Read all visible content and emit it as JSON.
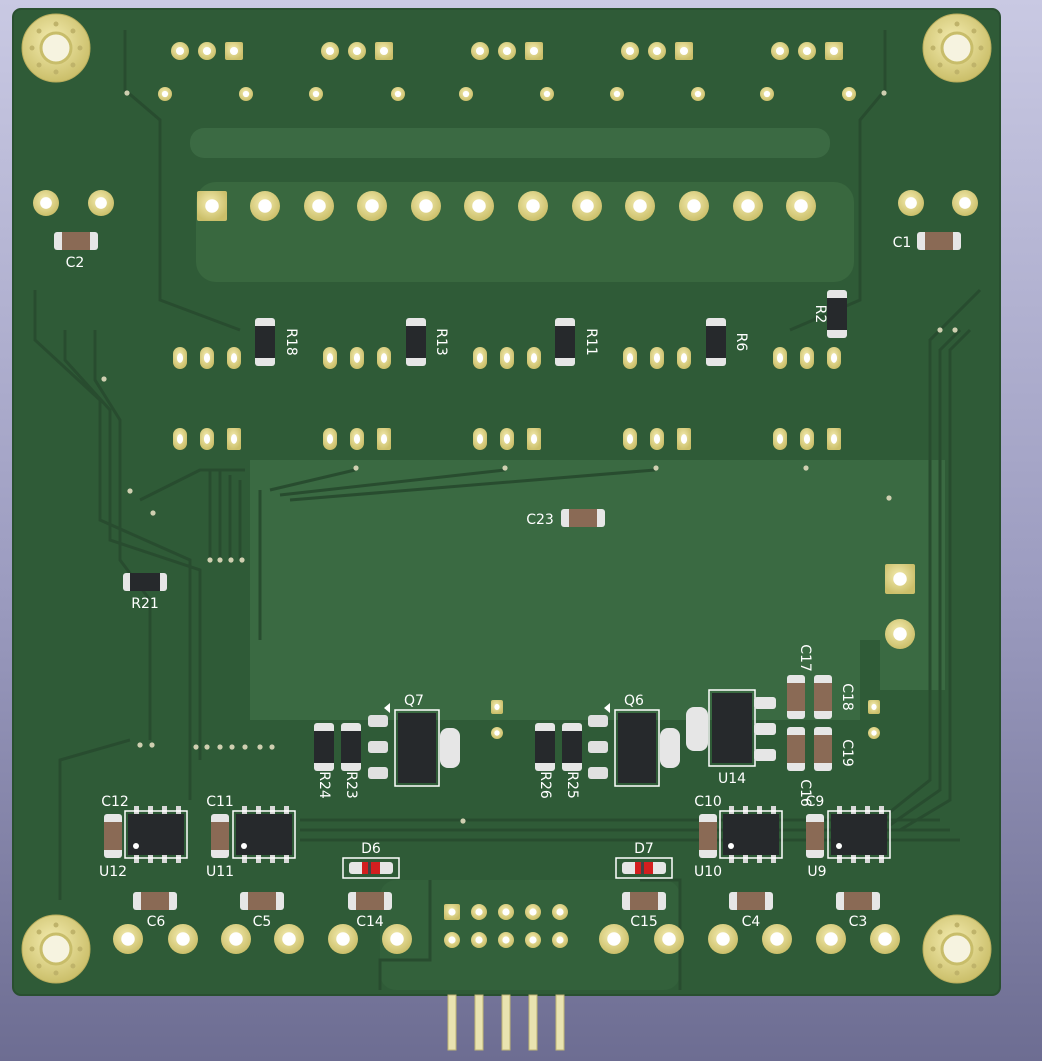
{
  "board": {
    "colors": {
      "background": "#a9a9cc",
      "substrate": "#2f5b37",
      "copper_pour": "#3a6a42",
      "trace": "#2b5232",
      "pad_gold": "#d8cf82",
      "pad_hole": "#ffffff",
      "silkscreen": "#ffffff",
      "chip_body": "#2a2d30",
      "capacitor_body": "#8a6a55",
      "resistor_body": "#2a2d30",
      "led_red": "#d41f1f"
    },
    "mounting_holes": [
      {
        "icon": "mounting-hole-icon"
      },
      {
        "icon": "mounting-hole-icon"
      },
      {
        "icon": "mounting-hole-icon"
      },
      {
        "icon": "mounting-hole-icon"
      }
    ]
  },
  "labels": {
    "C1": "C1",
    "C2": "C2",
    "C3": "C3",
    "C4": "C4",
    "C5": "C5",
    "C6": "C6",
    "C9": "C9",
    "C10": "C10",
    "C11": "C11",
    "C12": "C12",
    "C14": "C14",
    "C15": "C15",
    "C16": "C16",
    "C17": "C17",
    "C18": "C18",
    "C19": "C19",
    "C23": "C23",
    "R2": "R2",
    "R6": "R6",
    "R11": "R11",
    "R13": "R13",
    "R18": "R18",
    "R21": "R21",
    "R23": "R23",
    "R24": "R24",
    "R25": "R25",
    "R26": "R26",
    "Q6": "Q6",
    "Q7": "Q7",
    "D6": "D6",
    "D7": "D7",
    "U9": "U9",
    "U10": "U10",
    "U11": "U11",
    "U12": "U12",
    "U14": "U14"
  }
}
